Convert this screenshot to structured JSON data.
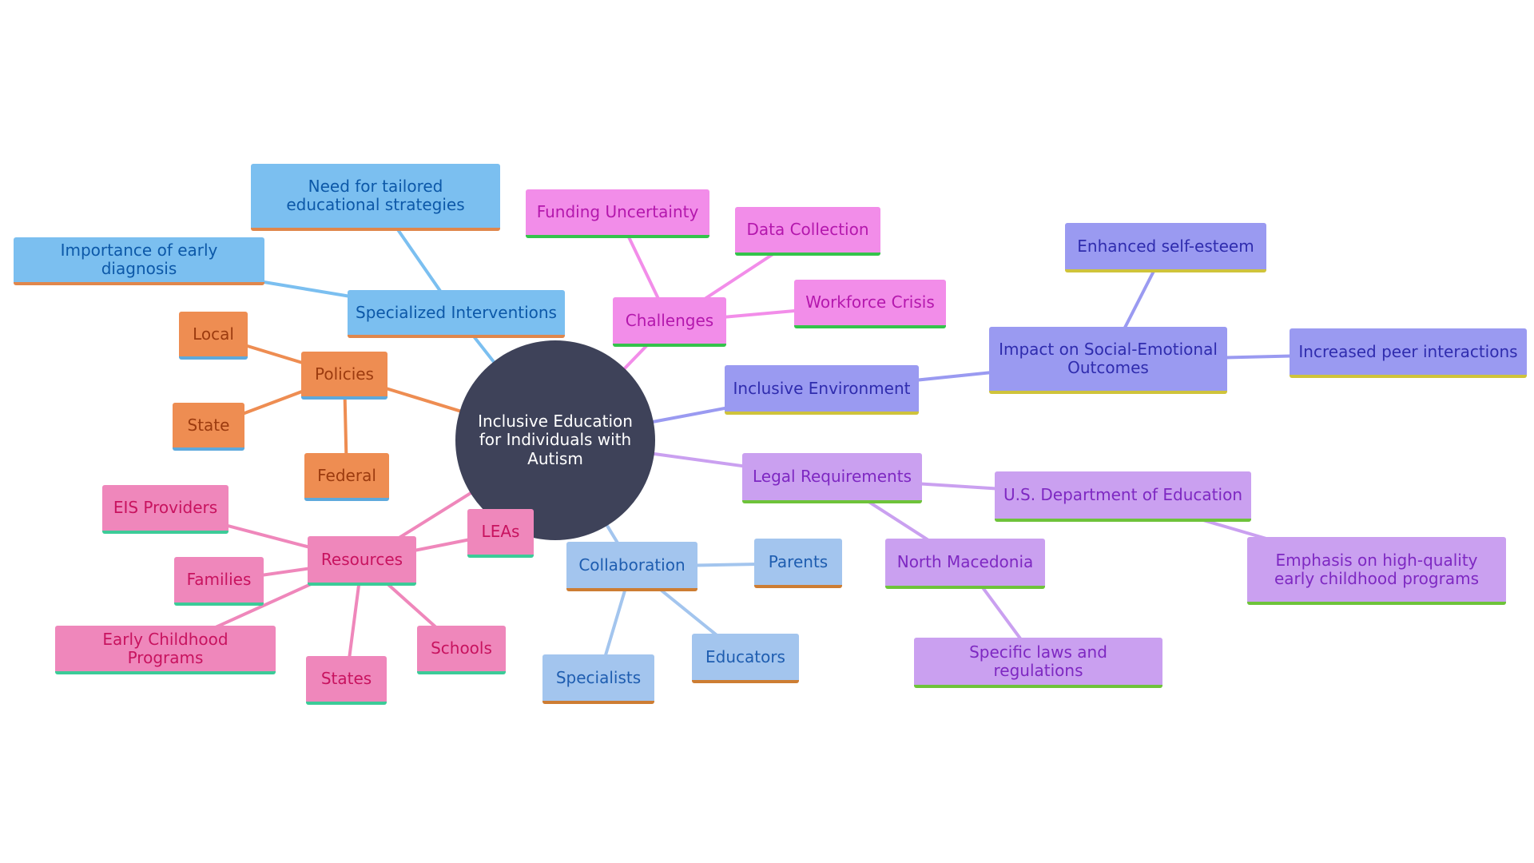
{
  "diagram": {
    "root": "Inclusive Education for Individuals with Autism",
    "nodes": {
      "specialized": "Specialized Interventions",
      "tailored": "Need for tailored educational strategies",
      "early_diag": "Importance of early diagnosis",
      "policies": "Policies",
      "local": "Local",
      "state": "State",
      "federal": "Federal",
      "resources": "Resources",
      "eis": "EIS Providers",
      "families": "Families",
      "early_programs": "Early Childhood Programs",
      "states": "States",
      "schools": "Schools",
      "leas": "LEAs",
      "challenges": "Challenges",
      "funding": "Funding Uncertainty",
      "data_collection": "Data Collection",
      "workforce": "Workforce Crisis",
      "collaboration": "Collaboration",
      "parents": "Parents",
      "educators": "Educators",
      "specialists": "Specialists",
      "inclusive_env": "Inclusive Environment",
      "impact": "Impact on Social-Emotional Outcomes",
      "self_esteem": "Enhanced self-esteem",
      "peer": "Increased peer interactions",
      "legal": "Legal Requirements",
      "usdoe": "U.S. Department of Education",
      "emphasis": "Emphasis on high-quality early childhood programs",
      "north_mac": "North Macedonia",
      "laws": "Specific laws and regulations"
    },
    "edges": [
      [
        "root",
        "specialized"
      ],
      [
        "specialized",
        "tailored"
      ],
      [
        "specialized",
        "early_diag"
      ],
      [
        "root",
        "policies"
      ],
      [
        "policies",
        "local"
      ],
      [
        "policies",
        "state"
      ],
      [
        "policies",
        "federal"
      ],
      [
        "root",
        "resources"
      ],
      [
        "resources",
        "eis"
      ],
      [
        "resources",
        "families"
      ],
      [
        "resources",
        "early_programs"
      ],
      [
        "resources",
        "states"
      ],
      [
        "resources",
        "schools"
      ],
      [
        "resources",
        "leas"
      ],
      [
        "root",
        "challenges"
      ],
      [
        "challenges",
        "funding"
      ],
      [
        "challenges",
        "data_collection"
      ],
      [
        "challenges",
        "workforce"
      ],
      [
        "root",
        "collaboration"
      ],
      [
        "collaboration",
        "parents"
      ],
      [
        "collaboration",
        "educators"
      ],
      [
        "collaboration",
        "specialists"
      ],
      [
        "root",
        "inclusive_env"
      ],
      [
        "inclusive_env",
        "impact"
      ],
      [
        "impact",
        "self_esteem"
      ],
      [
        "impact",
        "peer"
      ],
      [
        "root",
        "legal"
      ],
      [
        "legal",
        "usdoe"
      ],
      [
        "usdoe",
        "emphasis"
      ],
      [
        "legal",
        "north_mac"
      ],
      [
        "north_mac",
        "laws"
      ]
    ],
    "colors": {
      "root_fill": "#3e4259",
      "specialized_branch": "#7bbff0",
      "policies_branch": "#ee8d52",
      "resources_branch": "#ef87bb",
      "challenges_branch": "#f28de9",
      "collaboration_branch": "#a3c5ee",
      "inclusive_branch": "#9a9af1",
      "legal_branch": "#caa0f0"
    }
  }
}
